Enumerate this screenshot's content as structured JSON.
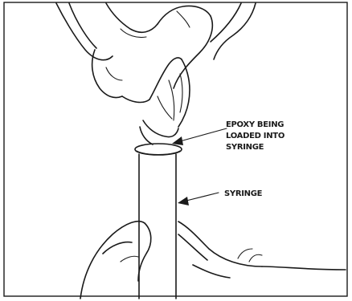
{
  "figure": {
    "callouts": {
      "epoxy": {
        "lines": [
          "EPOXY BEING",
          "LOADED INTO",
          "SYRINGE"
        ]
      },
      "syringe": {
        "label": "SYRINGE"
      }
    },
    "colors": {
      "ink": "#1a1a1a",
      "background": "#ffffff"
    }
  }
}
